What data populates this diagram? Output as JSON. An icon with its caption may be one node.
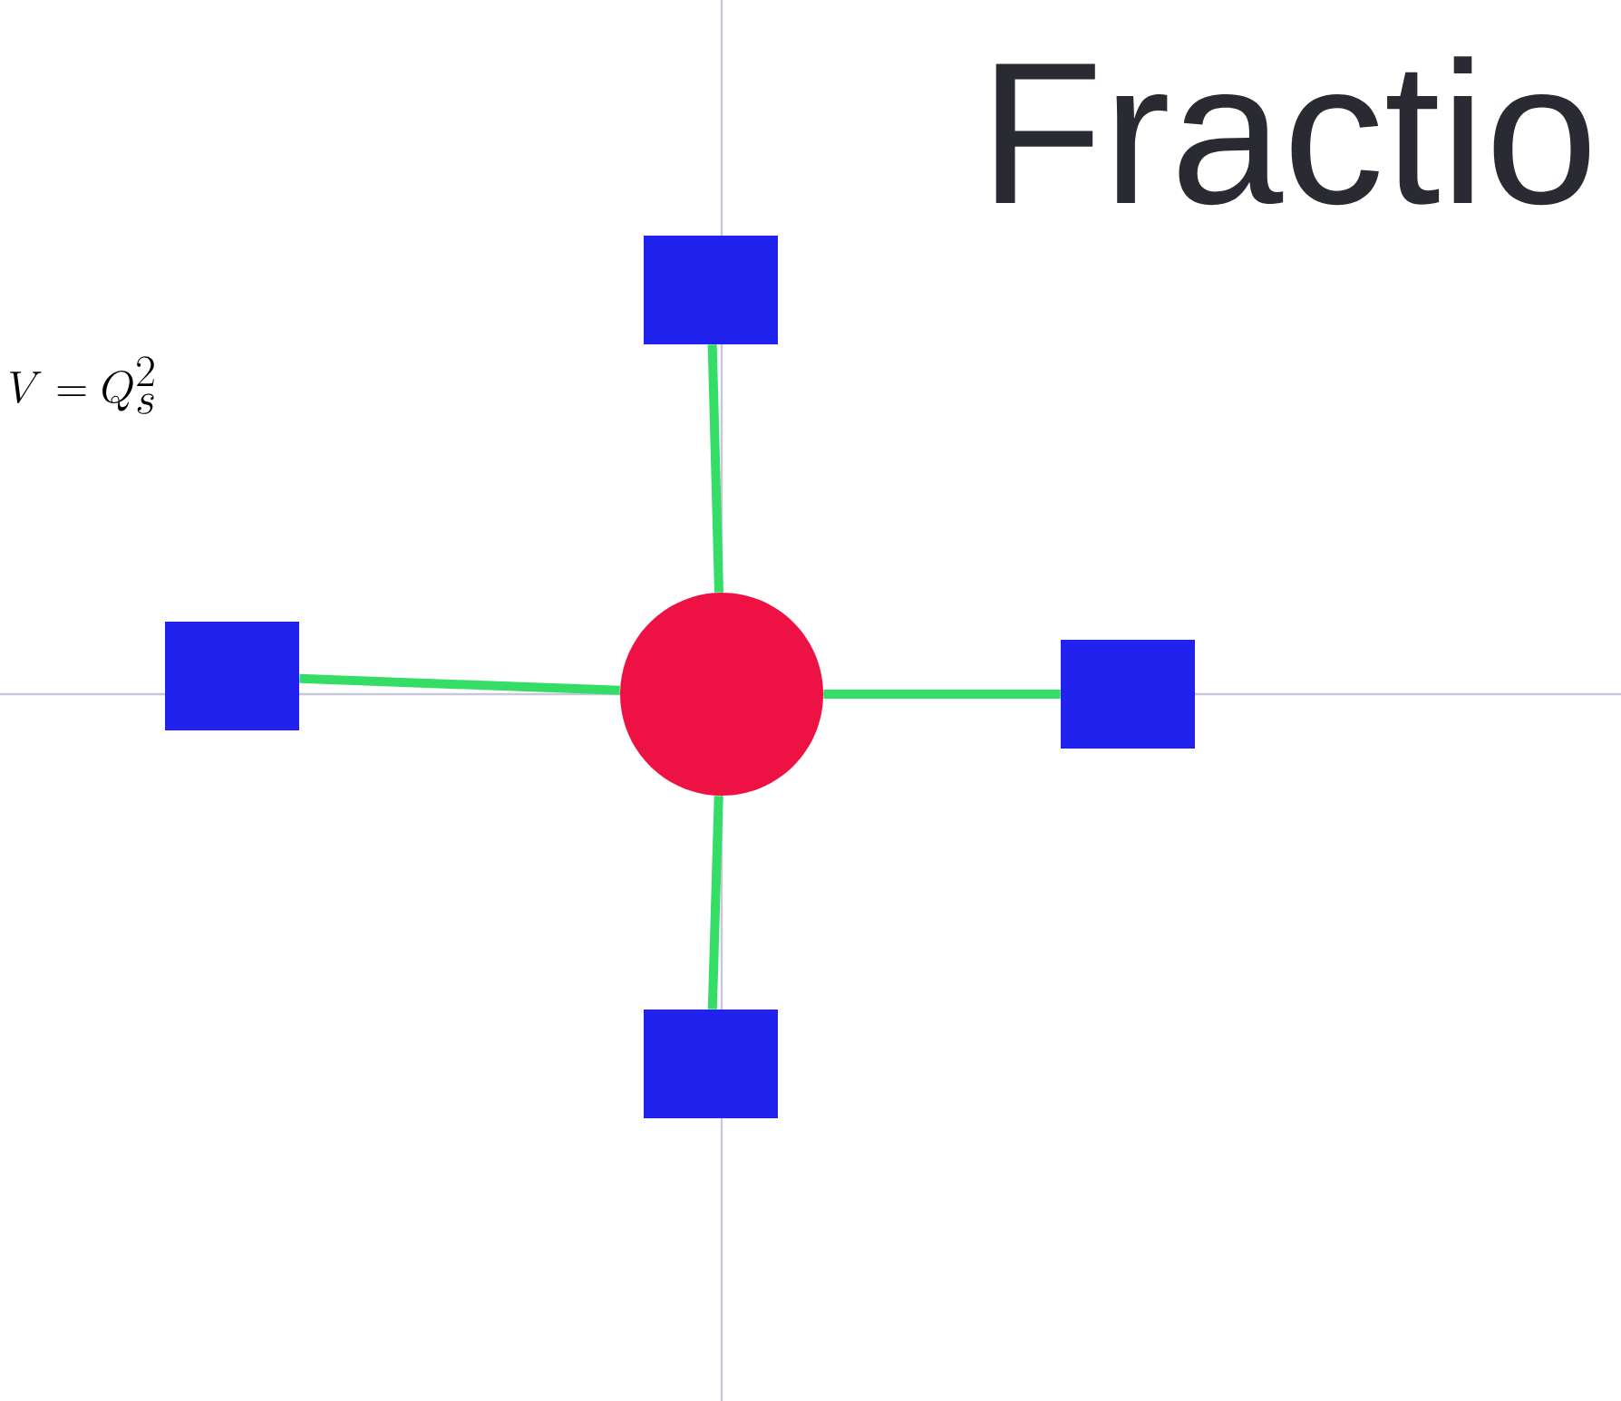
{
  "diagram": {
    "title": "Fractio",
    "nodes": [
      {
        "text": [],
        "shape": "circle"
      },
      {
        "text": [],
        "shape": "box"
      },
      {
        "text": [],
        "shape": "box"
      },
      {
        "text": [],
        "shape": "box"
      },
      {
        "text": [],
        "shape": "box"
      }
    ],
    "edges": [
      {
        "from": 0,
        "to": 1,
        "arrow": "none"
      },
      {
        "from": 0,
        "to": 2,
        "arrow": "none"
      },
      {
        "from": 0,
        "to": 3,
        "arrow": "none"
      },
      {
        "from": 0,
        "to": 4,
        "arrow": "none"
      }
    ],
    "labels": [
      "V = Q_s^2"
    ]
  }
}
